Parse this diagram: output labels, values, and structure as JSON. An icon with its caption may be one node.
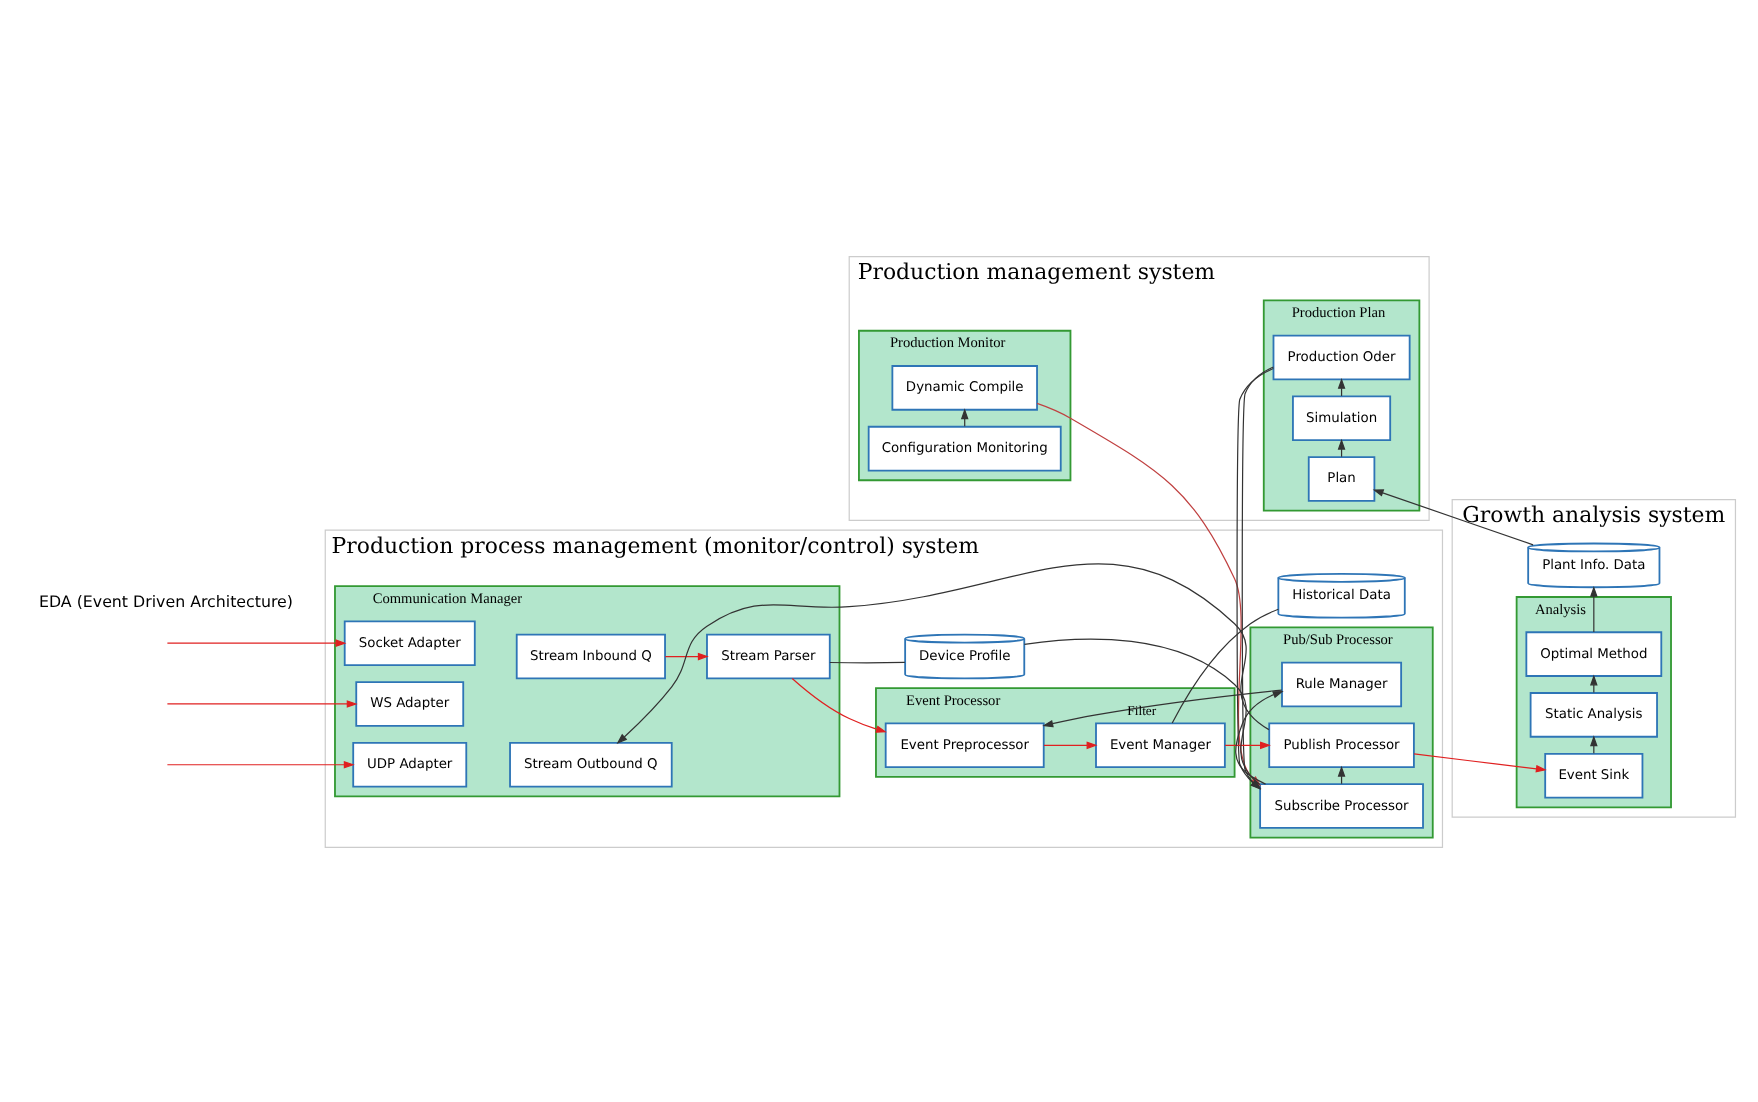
{
  "diagram": {
    "nodes": [
      {
        "text": [
          "Production management system"
        ]
      },
      {
        "text": [
          "Production Monitor"
        ],
        "in": 0
      },
      {
        "text": [
          "Configuration Monitoring"
        ],
        "in": 1
      },
      {
        "text": [
          "Dynamic Compile"
        ],
        "in": 1
      },
      {
        "text": [
          "Production Plan"
        ],
        "in": 0
      },
      {
        "text": [
          "Plan"
        ],
        "in": 4
      },
      {
        "text": [
          "Simulation"
        ],
        "in": 4
      },
      {
        "text": [
          "Production Oder"
        ],
        "in": 4
      },
      {
        "text": [
          "Production process management (monitor/control) system"
        ]
      },
      {
        "text": [
          "Communication Manager"
        ],
        "in": 8
      },
      {
        "text": [
          "Socket Adapter"
        ],
        "in": 9
      },
      {
        "text": [
          "WS Adapter"
        ],
        "in": 9
      },
      {
        "text": [
          "UDP Adapter"
        ],
        "in": 9
      },
      {
        "text": [
          "Stream Inbound Q"
        ],
        "in": 9
      },
      {
        "text": [
          "Stream Outbound Q"
        ],
        "in": 9
      },
      {
        "text": [
          "Stream Parser"
        ],
        "in": 9
      },
      {
        "text": [
          "Event Processor"
        ],
        "in": 8
      },
      {
        "text": [
          "Event Preprocessor"
        ],
        "in": 16
      },
      {
        "text": [
          "Event Manager"
        ],
        "in": 16
      },
      {
        "text": [
          "Pub/Sub Processor"
        ],
        "in": 8
      },
      {
        "text": [
          "Rule Manager"
        ],
        "in": 19
      },
      {
        "text": [
          "Subscribe Processor"
        ],
        "in": 19
      },
      {
        "text": [
          "Publish Processor"
        ],
        "in": 19
      },
      {
        "text": [
          "Device Profile"
        ],
        "in": 8
      },
      {
        "text": [
          "Historical Data"
        ],
        "in": 8
      },
      {
        "text": [
          "Growth analysis system"
        ]
      },
      {
        "text": [
          "Analysis"
        ],
        "in": 25
      },
      {
        "text": [
          "Optimal Method"
        ],
        "in": 26
      },
      {
        "text": [
          "Static Analysis"
        ],
        "in": 26
      },
      {
        "text": [
          "Event Sink"
        ],
        "in": 26
      },
      {
        "text": [
          "Plant Info. Data"
        ],
        "in": 25
      }
    ],
    "edges": [
      {
        "from": null,
        "to": 10,
        "arrow": "to",
        "color": "#e02020"
      },
      {
        "from": null,
        "to": 11,
        "arrow": "to",
        "color": "#e02020"
      },
      {
        "from": null,
        "to": 12,
        "arrow": "to",
        "color": "#e02020"
      },
      {
        "from": 13,
        "to": 15,
        "arrow": "to",
        "color": "#e02020"
      },
      {
        "from": 15,
        "to": 17,
        "arrow": "to",
        "color": "#e02020"
      },
      {
        "from": 17,
        "to": 18,
        "arrow": "to",
        "color": "#e02020"
      },
      {
        "from": 18,
        "to": 22,
        "arrow": "to",
        "color": "#e02020"
      },
      {
        "from": 22,
        "to": 29,
        "arrow": "to",
        "color": "#e02020"
      },
      {
        "from": 2,
        "to": 3,
        "arrow": "to"
      },
      {
        "from": 5,
        "to": 6,
        "arrow": "to"
      },
      {
        "from": 6,
        "to": 7,
        "arrow": "to"
      },
      {
        "from": 3,
        "to": 21,
        "arrow": "to",
        "color": "#c04040"
      },
      {
        "from": 7,
        "to": 21,
        "arrow": "to"
      },
      {
        "from": 21,
        "to": 20,
        "arrow": "to"
      },
      {
        "from": 20,
        "to": 17,
        "arrow": "to",
        "label": "Filter"
      },
      {
        "from": 21,
        "to": 22,
        "arrow": "to"
      },
      {
        "from": 22,
        "to": 14,
        "arrow": "to"
      },
      {
        "from": 18,
        "to": 24,
        "arrow": "none"
      },
      {
        "from": 15,
        "to": 23,
        "arrow": "none"
      },
      {
        "from": 23,
        "to": 21,
        "arrow": "none"
      },
      {
        "from": 29,
        "to": 28,
        "arrow": "to"
      },
      {
        "from": 28,
        "to": 27,
        "arrow": "to"
      },
      {
        "from": 27,
        "to": 30,
        "arrow": "to"
      },
      {
        "from": 30,
        "to": 5,
        "arrow": "to"
      }
    ],
    "labels": [
      "EDA (Event Driven Architecture)"
    ]
  }
}
